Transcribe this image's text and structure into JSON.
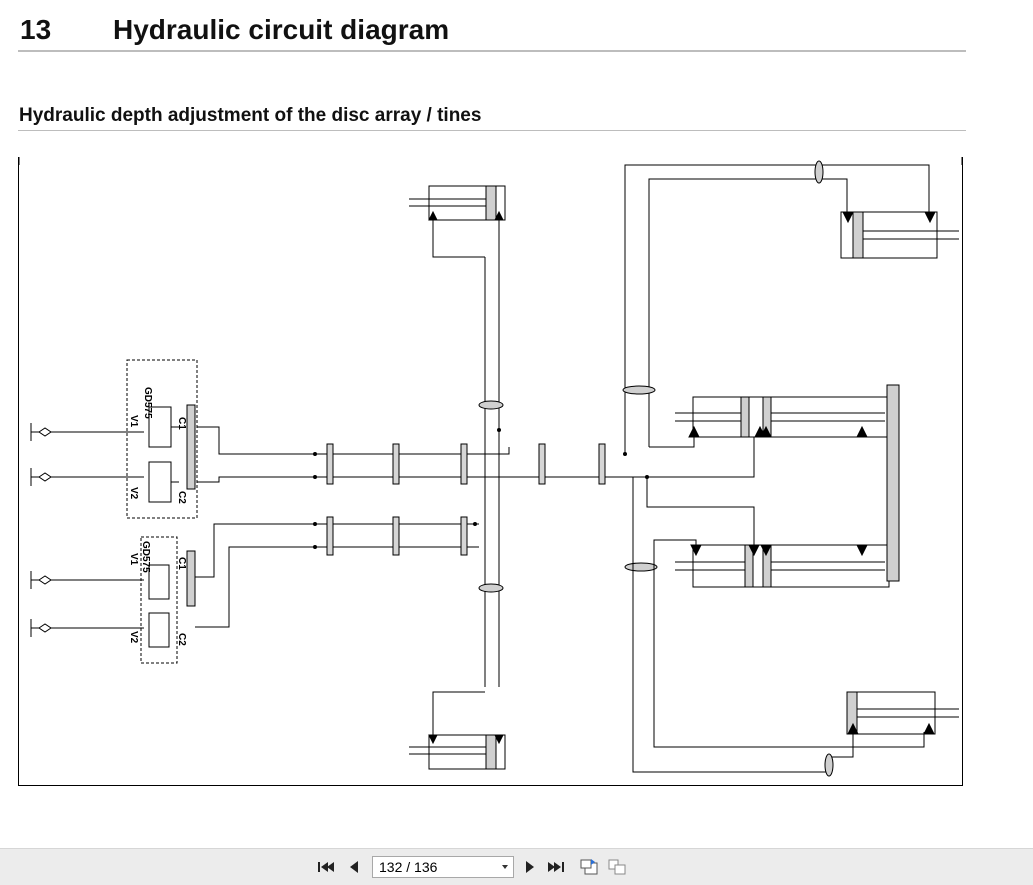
{
  "header": {
    "chapter_number": "13",
    "chapter_title": "Hydraulic circuit diagram",
    "section_title": "Hydraulic depth adjustment of the disc array / tines"
  },
  "diagram": {
    "valve_block_upper": {
      "label_c1": "C1",
      "label_c2": "C2",
      "label_v1": "V1",
      "label_v2": "V2",
      "label_code": "GD575"
    },
    "valve_block_lower": {
      "label_c1": "C1",
      "label_c2": "C2",
      "label_v1": "V1",
      "label_v2": "V2",
      "label_code": "GD575"
    }
  },
  "toolbar": {
    "page_indicator": "132 / 136",
    "icons": {
      "first": "first-page-icon",
      "prev": "previous-page-icon",
      "next": "next-page-icon",
      "last": "last-page-icon",
      "view1": "continuous-view-icon",
      "view2": "facing-view-icon"
    }
  }
}
